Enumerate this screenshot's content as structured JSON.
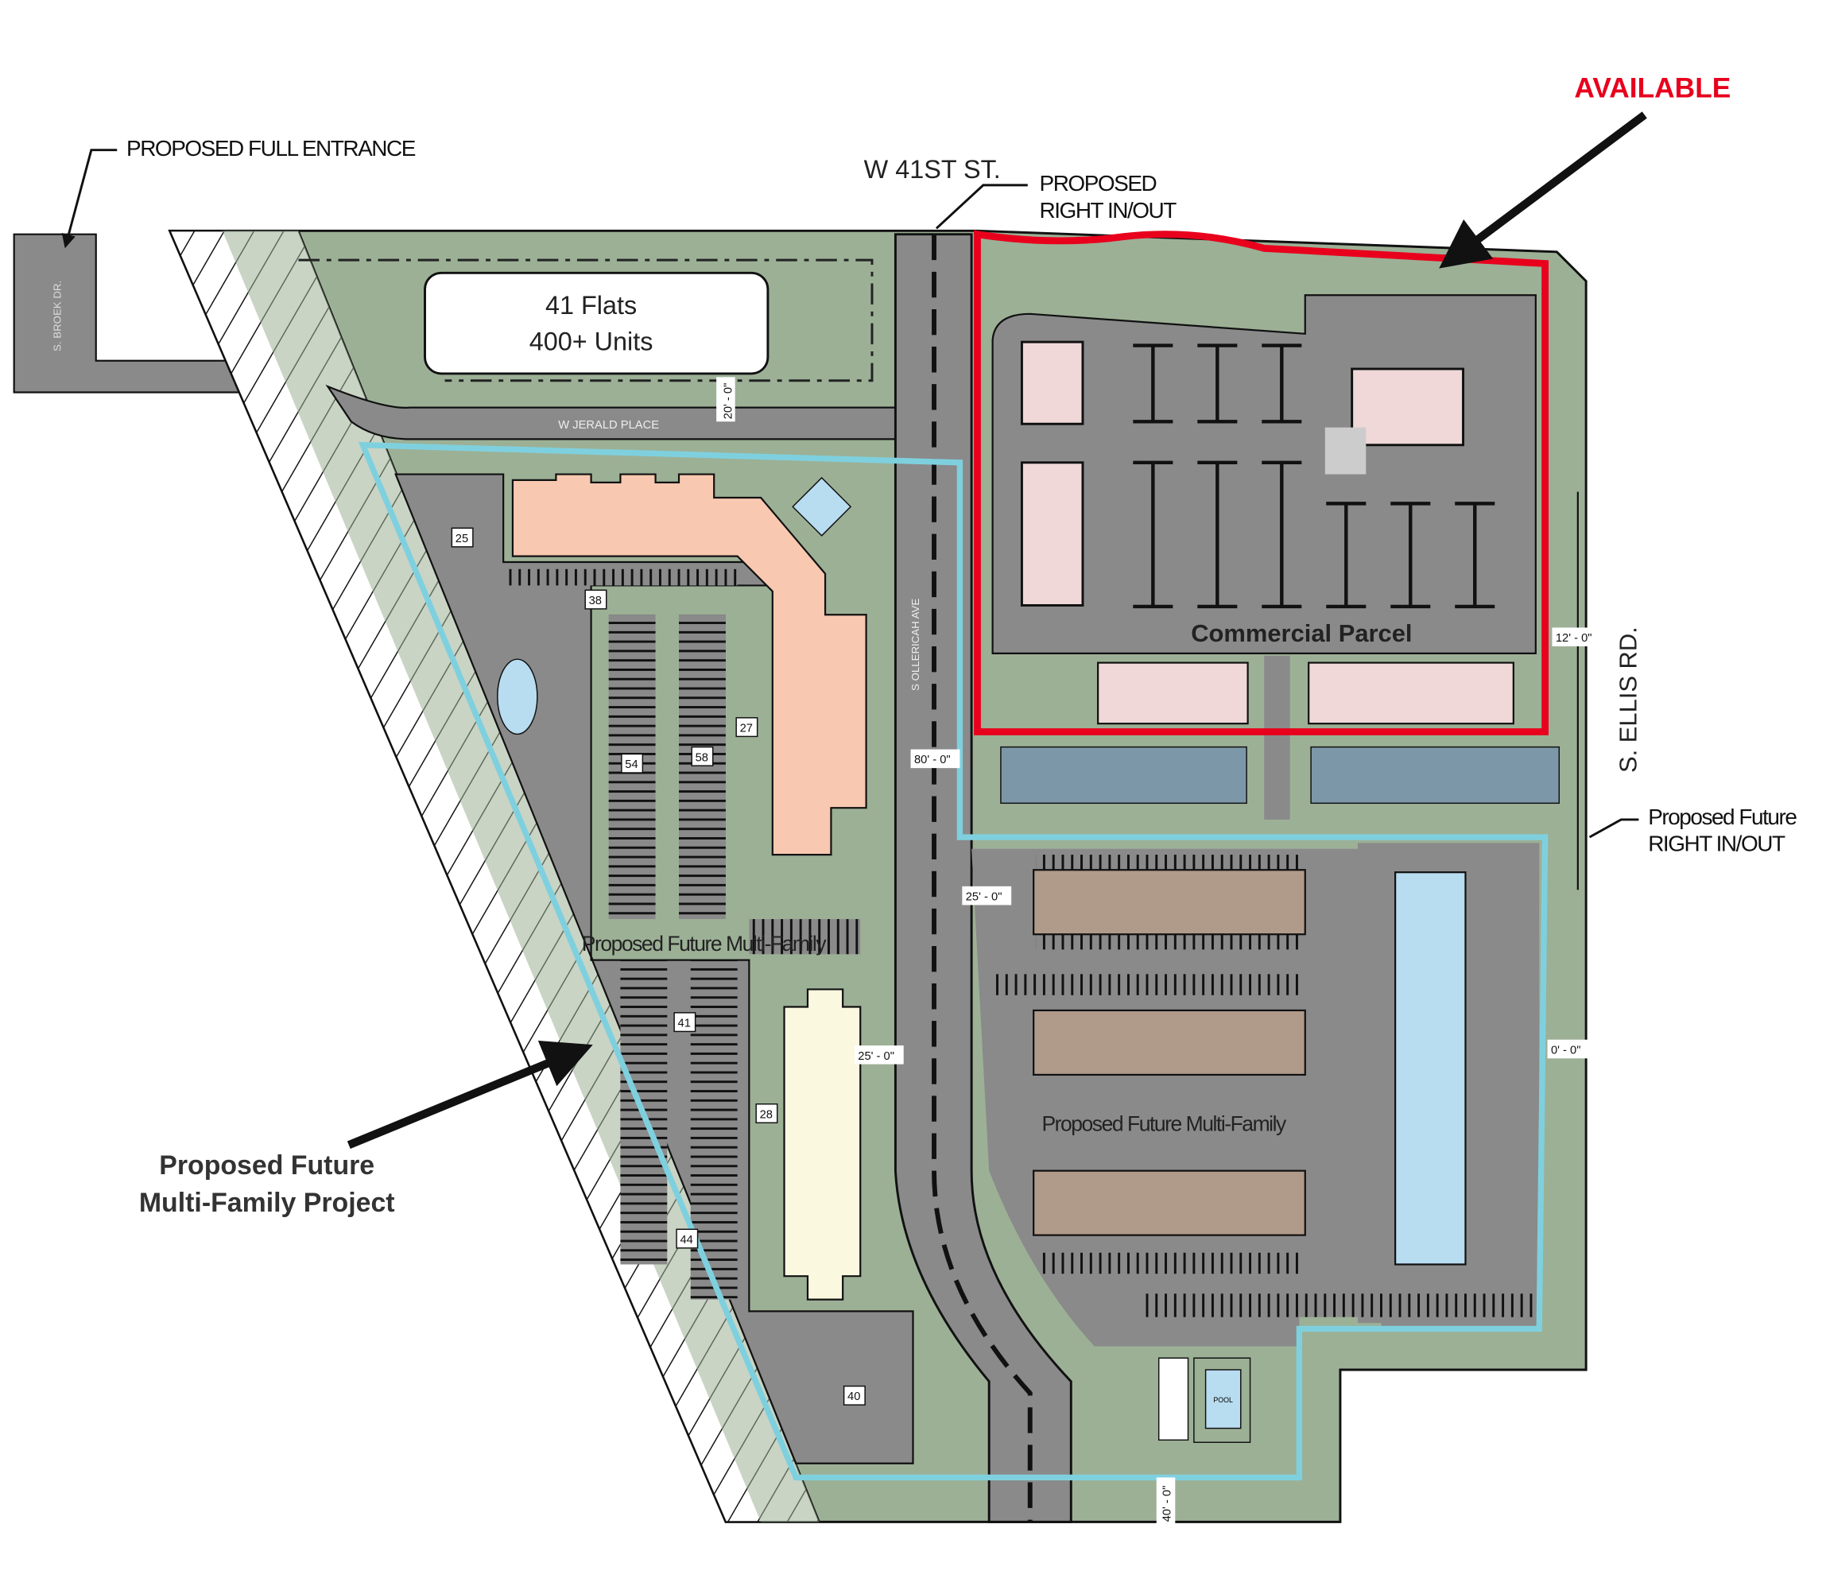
{
  "labels": {
    "proposed_full_entrance": "PROPOSED FULL ENTRANCE",
    "w_41st_st": "W 41ST ST.",
    "proposed_right_in_out_line1": "PROPOSED",
    "proposed_right_in_out_line2": "RIGHT IN/OUT",
    "available": "AVAILABLE",
    "flats_line1": "41 Flats",
    "flats_line2": "400+ Units",
    "s_broek_dr": "S. BROEK DR.",
    "w_jerald_place": "W JERALD PLACE",
    "s_ollericah_ave": "S OLLERICAH AVE",
    "s_ellis_rd": "S. ELLIS RD.",
    "commercial_parcel": "Commercial Parcel",
    "future_mf_west": "Proposed Future Multi-Family",
    "future_mf_east": "Proposed Future Multi-Family",
    "future_mf_project_line1": "Proposed Future",
    "future_mf_project_line2": "Multi-Family Project",
    "future_right_in_out_line1": "Proposed Future",
    "future_right_in_out_line2": "RIGHT IN/OUT",
    "pool": "POOL"
  },
  "dimensions": {
    "d1": "20' - 0\"",
    "d2": "12' - 0\"",
    "d3": "80' - 0\"",
    "d4": "25' - 0\"",
    "d5": "25' - 0\"",
    "d6": "0' - 0\"",
    "d7": "40' - 0\""
  },
  "parking_counts": [
    "25",
    "38",
    "27",
    "54",
    "58",
    "41",
    "28",
    "44",
    "40"
  ],
  "colors": {
    "available_outline": "#e8001c",
    "future_outline": "#7fd0de",
    "landscape": "#9cb096",
    "pavement": "#8a8a8a",
    "commercial_building": "#f0d8d8",
    "residential_building": "#f8c8b0",
    "townhome_building": "#b09a8a",
    "senior_building": "#fbf8e0",
    "water": "#b8dcf0"
  }
}
